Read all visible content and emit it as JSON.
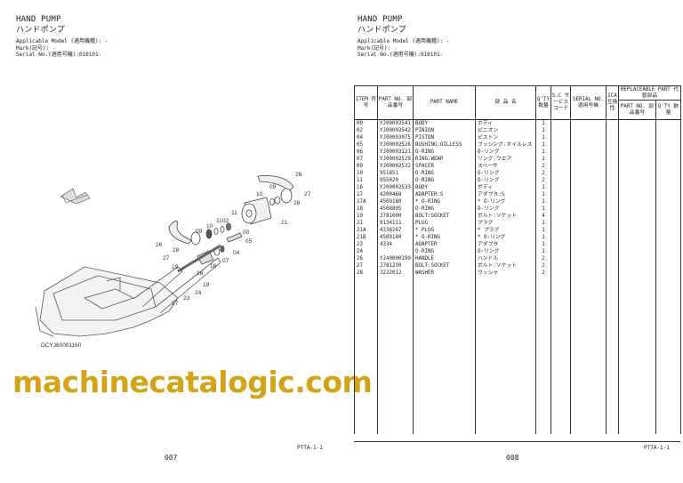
{
  "left_page": {
    "title": "HAND PUMP",
    "title_jp": "ハンドポンプ",
    "applicable_model": "Applicable Model (適用機種): -",
    "mark": "Mark(記号): -",
    "serial": "Serial No.(適用号機):010101-",
    "figure_id": "DCYJ60001160",
    "callouts": [
      "26",
      "09",
      "10",
      "27",
      "28",
      "11",
      "02",
      "00",
      "21",
      "09",
      "10",
      "11",
      "26",
      "28",
      "27",
      "05",
      "04",
      "07",
      "18",
      "16",
      "19",
      "19",
      "17",
      "23",
      "24"
    ],
    "footer_code": "PTTA-1-1",
    "page_number": "007"
  },
  "right_page": {
    "title": "HAND PUMP",
    "title_jp": "ハンドポンプ",
    "applicable_model": "Applicable Model (適用機種): -",
    "mark": "Mark(記号): -",
    "serial": "Serial No.(適用号機):010101-",
    "footer_code": "PTTA-1-1",
    "page_number": "008"
  },
  "table": {
    "headers": {
      "item": "ITEM 符号",
      "part_no": "PART NO. 部品番号",
      "part_name": "PART NAME",
      "name_jp": "部 品 名",
      "qty": "Q'TY 数量",
      "sc": "S.C サービスコード",
      "serial": "SERIAL NO. 適用号機",
      "ica": "ICA 互換性",
      "replaceable": "REPLACEABLE PART 代替部品",
      "rep_part_no": "PART NO. 部品番号",
      "rep_qty": "Q'TY 数量"
    },
    "rows": [
      {
        "item": "00",
        "part_no": "YJ00002541",
        "name": "BODY",
        "name_jp": "ボディ",
        "qty": "1"
      },
      {
        "item": "02",
        "part_no": "YJ00002542",
        "name": "PINION",
        "name_jp": "ピニオン",
        "qty": "1"
      },
      {
        "item": "04",
        "part_no": "YJ00003075",
        "name": "PISTON",
        "name_jp": "ピストン",
        "qty": "1"
      },
      {
        "item": "05",
        "part_no": "YJ00002526",
        "name": "BUSHING:OILLESS",
        "name_jp": "ブッシング:オイルレス",
        "qty": "1"
      },
      {
        "item": "06",
        "part_no": "YJ00003121",
        "name": "O-RING",
        "name_jp": "O-リング",
        "qty": "1"
      },
      {
        "item": "07",
        "part_no": "YJ00002529",
        "name": "RING:WEAR",
        "name_jp": "リング:ウエア",
        "qty": "1"
      },
      {
        "item": "09",
        "part_no": "YJ00002532",
        "name": "SPACER",
        "name_jp": "スペーサ",
        "qty": "2"
      },
      {
        "item": "10",
        "part_no": "951851",
        "name": "O-RING",
        "name_jp": "O-リング",
        "qty": "2"
      },
      {
        "item": "11",
        "part_no": "955020",
        "name": "O-RING",
        "name_jp": "O-リング",
        "qty": "2"
      },
      {
        "item": "16",
        "part_no": "YJ00002533",
        "name": "BODY",
        "name_jp": "ボディ",
        "qty": "1"
      },
      {
        "item": "17",
        "part_no": "4200468",
        "name": "ADAPTER:S",
        "name_jp": "アダプタ:S",
        "qty": "1"
      },
      {
        "item": "17A",
        "part_no": "4509180",
        "name": "* O-RING",
        "name_jp": "* O-リング",
        "qty": "1"
      },
      {
        "item": "18",
        "part_no": "4508805",
        "name": "O-RING",
        "name_jp": "O-リング",
        "qty": "1"
      },
      {
        "item": "19",
        "part_no": "J781000",
        "name": "BOLT:SOCKET",
        "name_jp": "ボルト:ソケット",
        "qty": "4"
      },
      {
        "item": "21",
        "part_no": "9134111",
        "name": "PLUG",
        "name_jp": "プラグ",
        "qty": "1"
      },
      {
        "item": "21A",
        "part_no": "4336167",
        "name": "* PLUG",
        "name_jp": "* プラグ",
        "qty": "1"
      },
      {
        "item": "21B",
        "part_no": "4509180",
        "name": "* O-RING",
        "name_jp": "* O-リング",
        "qty": "1"
      },
      {
        "item": "23",
        "part_no": "4334",
        "name": "ADAPTER",
        "name_jp": "アダプタ",
        "qty": "1"
      },
      {
        "item": "24",
        "part_no": "",
        "name": "O-RING",
        "name_jp": "O-リング",
        "qty": "1"
      },
      {
        "item": "26",
        "part_no": "YJ40000190",
        "name": "HANDLE",
        "name_jp": "ハンドル",
        "qty": "2"
      },
      {
        "item": "27",
        "part_no": "J781230",
        "name": "BOLT:SOCKET",
        "name_jp": "ボルト:ソケット",
        "qty": "2"
      },
      {
        "item": "28",
        "part_no": "J222012",
        "name": "WASHER",
        "name_jp": "ワッシャ",
        "qty": "2"
      }
    ]
  },
  "watermark": "machinecatalogic.com",
  "colors": {
    "watermark": "#d4a418",
    "text": "#222222"
  }
}
